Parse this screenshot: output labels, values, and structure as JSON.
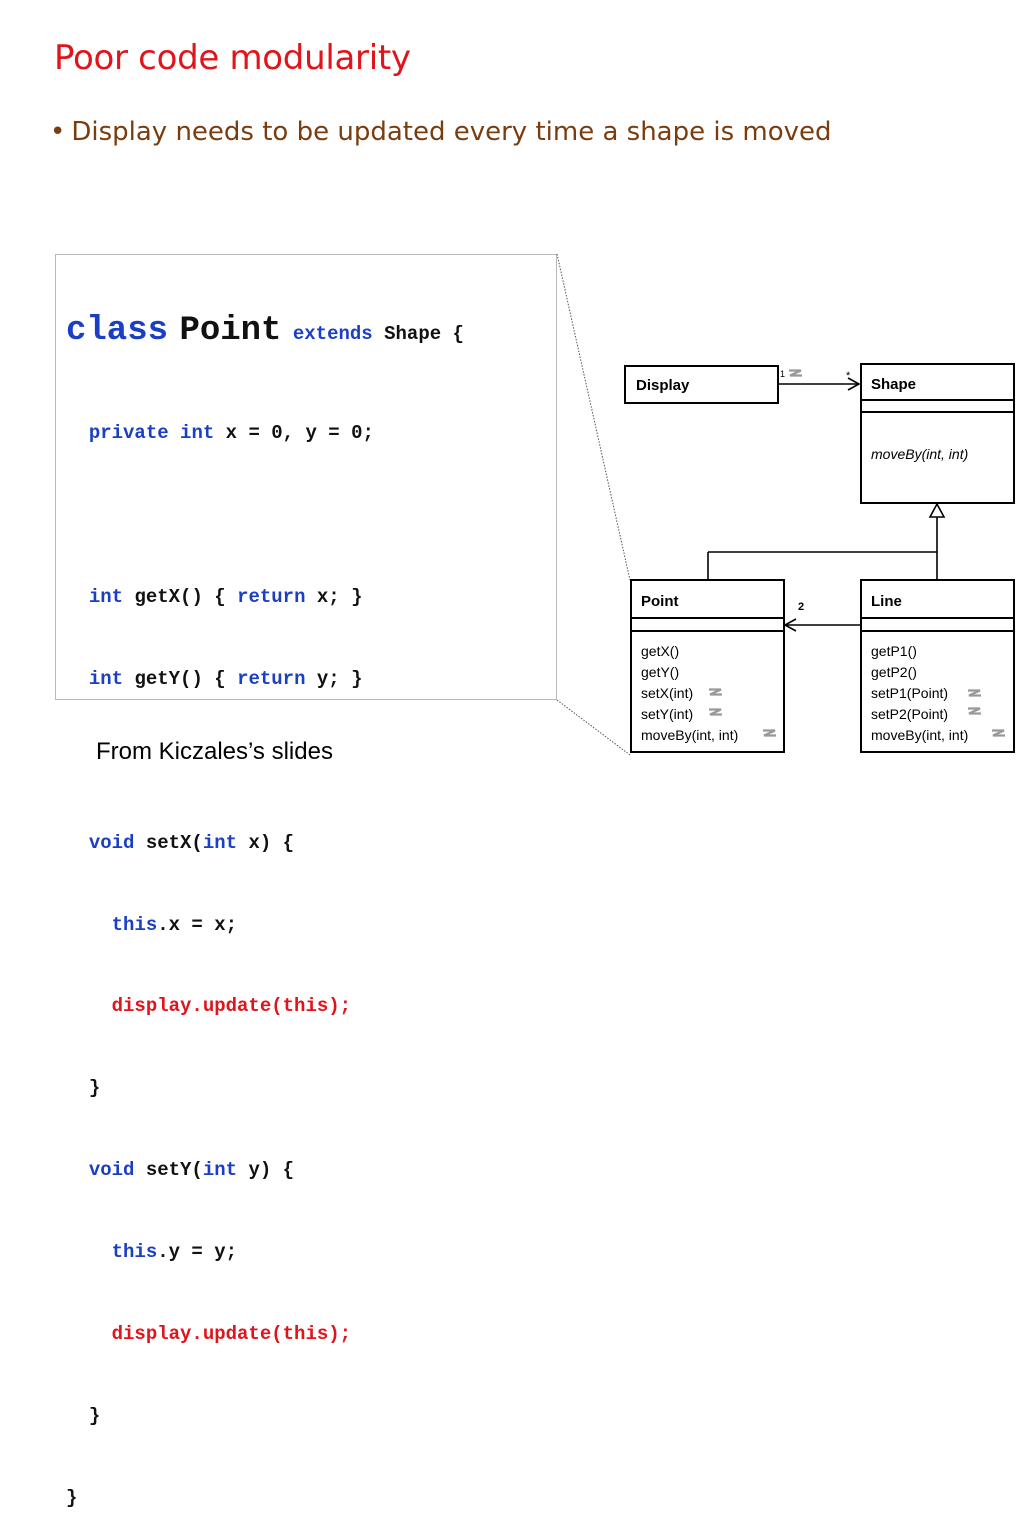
{
  "slide": {
    "title": "Poor code modularity",
    "bullet": "Display needs to be updated every time a shape is moved",
    "source_note": "From Kiczales’s slides"
  },
  "code": {
    "class_kw": "class",
    "class_name": "Point",
    "extends_kw": "extends",
    "extends_rest": "Shape {",
    "l2_kw1": "private",
    "l2_kw2": "int",
    "l2_rest": "x = 0, y = 0;",
    "l3_kw1": "int",
    "l3_mid": "getX() { ",
    "l3_kw2": "return",
    "l3_rest": "x; }",
    "l4_kw1": "int",
    "l4_mid": "getY() { ",
    "l4_kw2": "return",
    "l4_rest": "y; }",
    "l5_kw1": "void",
    "l5_mid": "setX(",
    "l5_kw2": "int",
    "l5_rest": "x) {",
    "l6_kw": "this",
    "l6_rest": ".x = x;",
    "l7": "display.update(this);",
    "l8": "}",
    "l9_kw1": "void",
    "l9_mid": "setY(",
    "l9_kw2": "int",
    "l9_rest": "y) {",
    "l10_kw": "this",
    "l10_rest": ".y = y;",
    "l11": "display.update(this);",
    "l12": "}",
    "l13": "}"
  },
  "uml": {
    "display_class": "Display",
    "shape_class": "Shape",
    "shape_method": "moveBy(int, int)",
    "point_class": "Point",
    "line_class": "Line",
    "point_methods": [
      "getX()",
      "getY()",
      "setX(int)",
      "setY(int)",
      "moveBy(int, int)"
    ],
    "line_methods": [
      "getP1()",
      "getP2()",
      "setP1(Point)",
      "setP2(Point)",
      "moveBy(int, int)"
    ],
    "mult_display": "1",
    "mult_shape": "*",
    "mult_point": "2"
  },
  "colors": {
    "title": "#e0141b",
    "bullet": "#7a3d10",
    "keyword": "#1a3fc4",
    "highlight": "#e0141b"
  }
}
